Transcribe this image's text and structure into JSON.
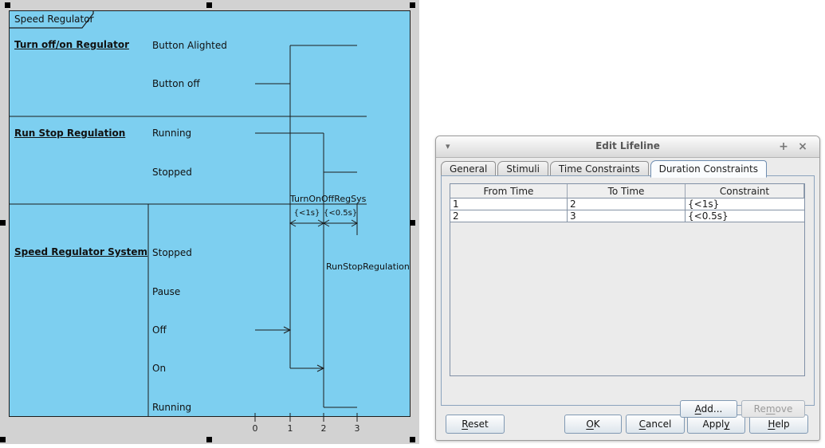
{
  "diagram": {
    "frame_label": "Speed Regulator",
    "lifelines": [
      {
        "name": "Turn off/on Regulator",
        "states": [
          "Button Alighted",
          "Button off"
        ]
      },
      {
        "name": "Run Stop Regulation",
        "states": [
          "Running",
          "Stopped"
        ]
      },
      {
        "name": "Speed Regulator System",
        "states": [
          "Stopped",
          "Pause",
          "Off",
          "On",
          "Running"
        ]
      }
    ],
    "signal_labels": [
      "TurnOnOffRegSys",
      "RunStopRegulation"
    ],
    "duration_constraints": [
      "{<1s}",
      "{<0.5s}"
    ],
    "time_axis": [
      "0",
      "1",
      "2",
      "3"
    ],
    "colors": {
      "background": "#7dcff0",
      "canvas": "#d2d2d2"
    }
  },
  "dialog": {
    "title": "Edit Lifeline",
    "titlebar": {
      "menu_glyph": "▾",
      "maximize_glyph": "+",
      "close_glyph": "×"
    },
    "tabs": [
      "General",
      "Stimuli",
      "Time Constraints",
      "Duration Constraints"
    ],
    "active_tab": "Duration Constraints",
    "table": {
      "columns": [
        "From Time",
        "To Time",
        "Constraint"
      ],
      "rows": [
        {
          "from": "1",
          "to": "2",
          "constraint": "{<1s}"
        },
        {
          "from": "2",
          "to": "3",
          "constraint": "{<0.5s}"
        }
      ]
    },
    "buttons": {
      "add": {
        "mn": "A",
        "rest": "dd..."
      },
      "remove": {
        "pre": "Re",
        "mn": "m",
        "rest": "ove"
      },
      "reset": {
        "mn": "R",
        "rest": "eset"
      },
      "ok": {
        "mn": "O",
        "rest": "K"
      },
      "cancel": {
        "mn": "C",
        "rest": "ancel"
      },
      "apply": {
        "pre": "Appl",
        "mn": "y",
        "rest": ""
      },
      "help": {
        "mn": "H",
        "rest": "elp"
      }
    }
  }
}
